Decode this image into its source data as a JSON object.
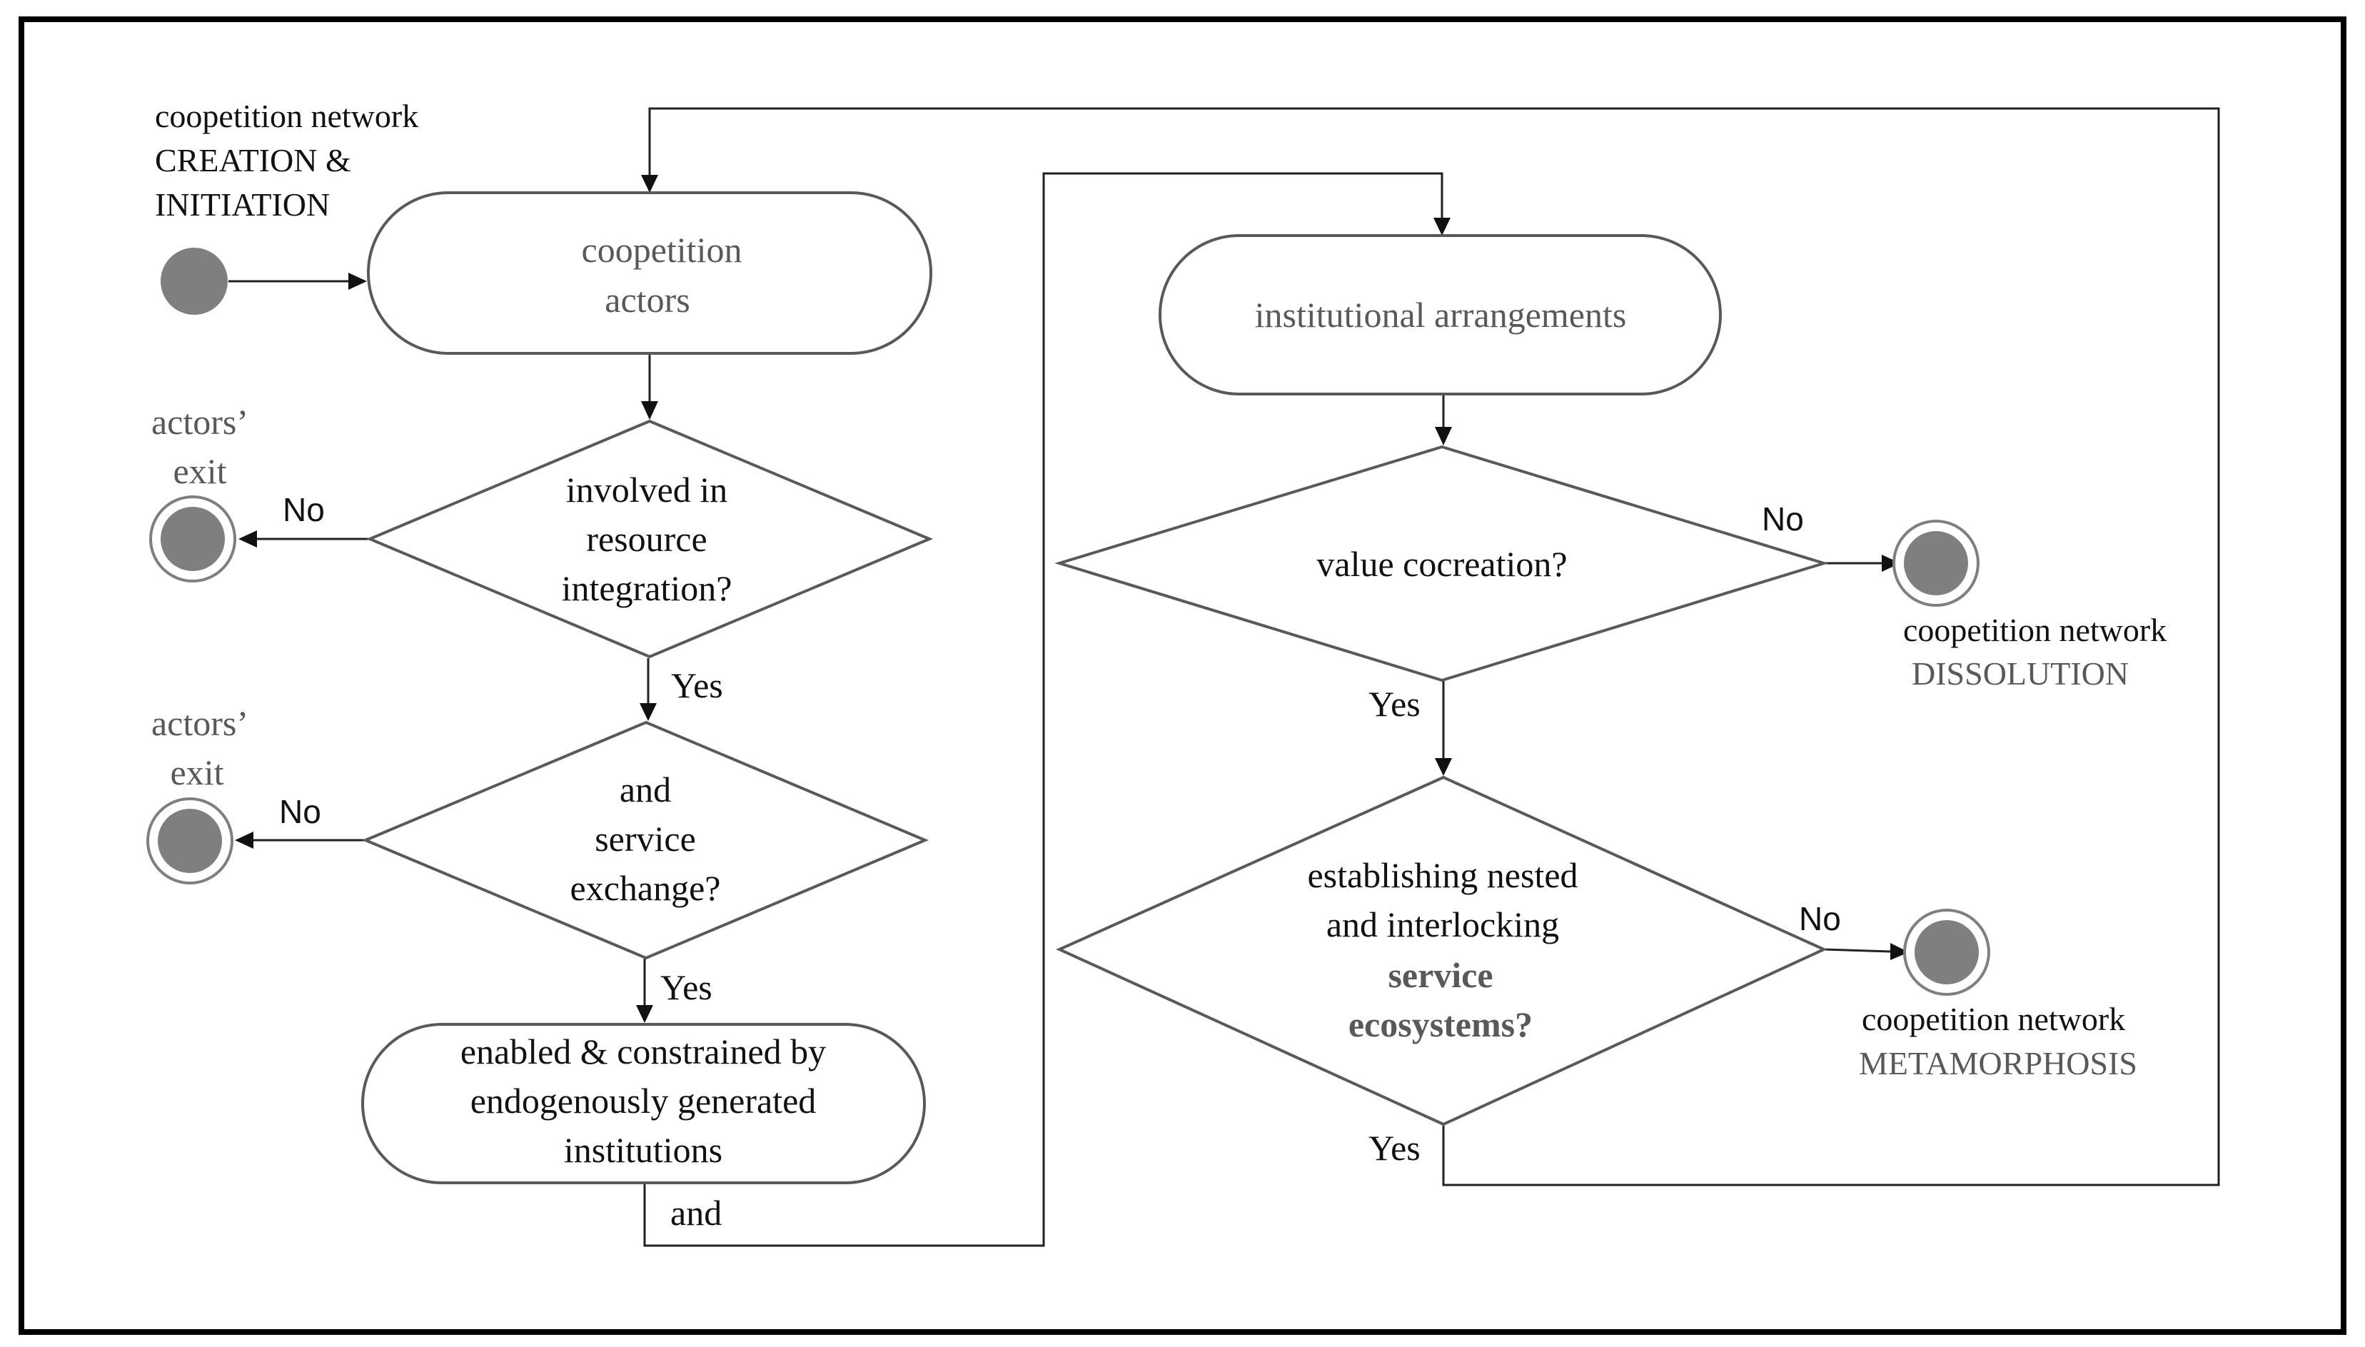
{
  "start": {
    "label_line1": "coopetition network",
    "label_line2": "CREATION &",
    "label_line3": "INITIATION"
  },
  "coopetition_actors": {
    "line1": "coopetition",
    "line2": "actors"
  },
  "decision_resource": {
    "line1": "involved in",
    "line2": "resource",
    "line3": "integration?",
    "no_label": "No",
    "yes_label": "Yes"
  },
  "exit_1": {
    "line1": "actors’",
    "line2": "exit"
  },
  "decision_service_exchange": {
    "line1": "and",
    "line2": "service",
    "line3": "exchange?",
    "no_label": "No",
    "yes_label": "Yes"
  },
  "exit_2": {
    "line1": "actors’",
    "line2": "exit"
  },
  "institutions": {
    "line1": "enabled & constrained by",
    "line2": "endogenously generated",
    "line3": "institutions",
    "and_label": "and"
  },
  "institutional_arrangements": {
    "label": "institutional arrangements"
  },
  "decision_value_cocreation": {
    "label": "value cocreation?",
    "no_label": "No",
    "yes_label": "Yes"
  },
  "dissolution": {
    "line1": "coopetition network",
    "line2": "DISSOLUTION"
  },
  "decision_ecosystems": {
    "line1": "establishing nested",
    "line2": "and interlocking",
    "line3": "service",
    "line4": "ecosystems?",
    "no_label": "No",
    "yes_label": "Yes"
  },
  "metamorphosis": {
    "line1": "coopetition network",
    "line2": "METAMORPHOSIS"
  }
}
